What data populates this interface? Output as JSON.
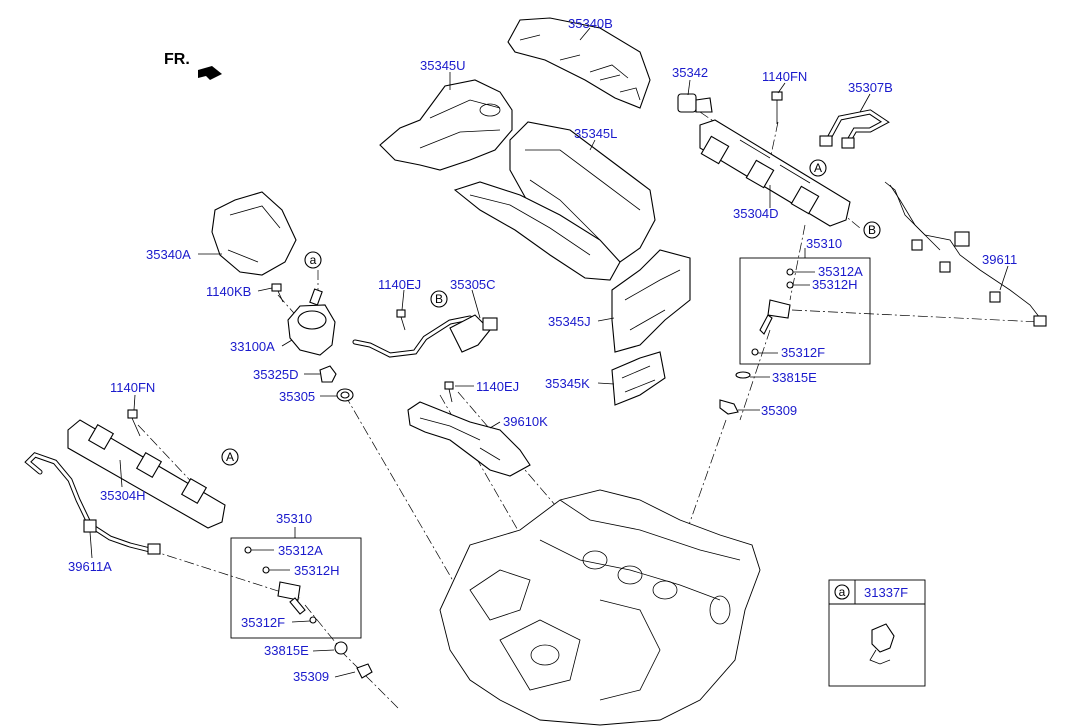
{
  "direction_label": "FR.",
  "parts": [
    {
      "id": "35340B",
      "label": "35340B"
    },
    {
      "id": "35345U",
      "label": "35345U"
    },
    {
      "id": "35342",
      "label": "35342"
    },
    {
      "id": "1140FN_top",
      "label": "1140FN"
    },
    {
      "id": "35307B",
      "label": "35307B"
    },
    {
      "id": "35345L",
      "label": "35345L"
    },
    {
      "id": "35304D",
      "label": "35304D"
    },
    {
      "id": "35340A",
      "label": "35340A"
    },
    {
      "id": "1140KB",
      "label": "1140KB"
    },
    {
      "id": "1140EJ_top",
      "label": "1140EJ"
    },
    {
      "id": "35305C",
      "label": "35305C"
    },
    {
      "id": "33100A",
      "label": "33100A"
    },
    {
      "id": "35325D",
      "label": "35325D"
    },
    {
      "id": "35305",
      "label": "35305"
    },
    {
      "id": "35345J",
      "label": "35345J"
    },
    {
      "id": "35345K",
      "label": "35345K"
    },
    {
      "id": "35310_right",
      "label": "35310"
    },
    {
      "id": "35312A_right",
      "label": "35312A"
    },
    {
      "id": "35312H_right",
      "label": "35312H"
    },
    {
      "id": "35312F_right",
      "label": "35312F"
    },
    {
      "id": "33815E_right",
      "label": "33815E"
    },
    {
      "id": "35309_right",
      "label": "35309"
    },
    {
      "id": "39611",
      "label": "39611"
    },
    {
      "id": "1140EJ_mid",
      "label": "1140EJ"
    },
    {
      "id": "39610K",
      "label": "39610K"
    },
    {
      "id": "1140FN_left",
      "label": "1140FN"
    },
    {
      "id": "35304H",
      "label": "35304H"
    },
    {
      "id": "39611A",
      "label": "39611A"
    },
    {
      "id": "35310_left",
      "label": "35310"
    },
    {
      "id": "35312A_left",
      "label": "35312A"
    },
    {
      "id": "35312H_left",
      "label": "35312H"
    },
    {
      "id": "35312F_left",
      "label": "35312F"
    },
    {
      "id": "33815E_left",
      "label": "33815E"
    },
    {
      "id": "35309_left",
      "label": "35309"
    }
  ],
  "callouts": {
    "a_pump": "a",
    "b_pump": "B",
    "b_rail": "B",
    "a_rail_right": "A",
    "a_rail_left": "A"
  },
  "inset": {
    "letter": "a",
    "part_label": "31337F"
  }
}
